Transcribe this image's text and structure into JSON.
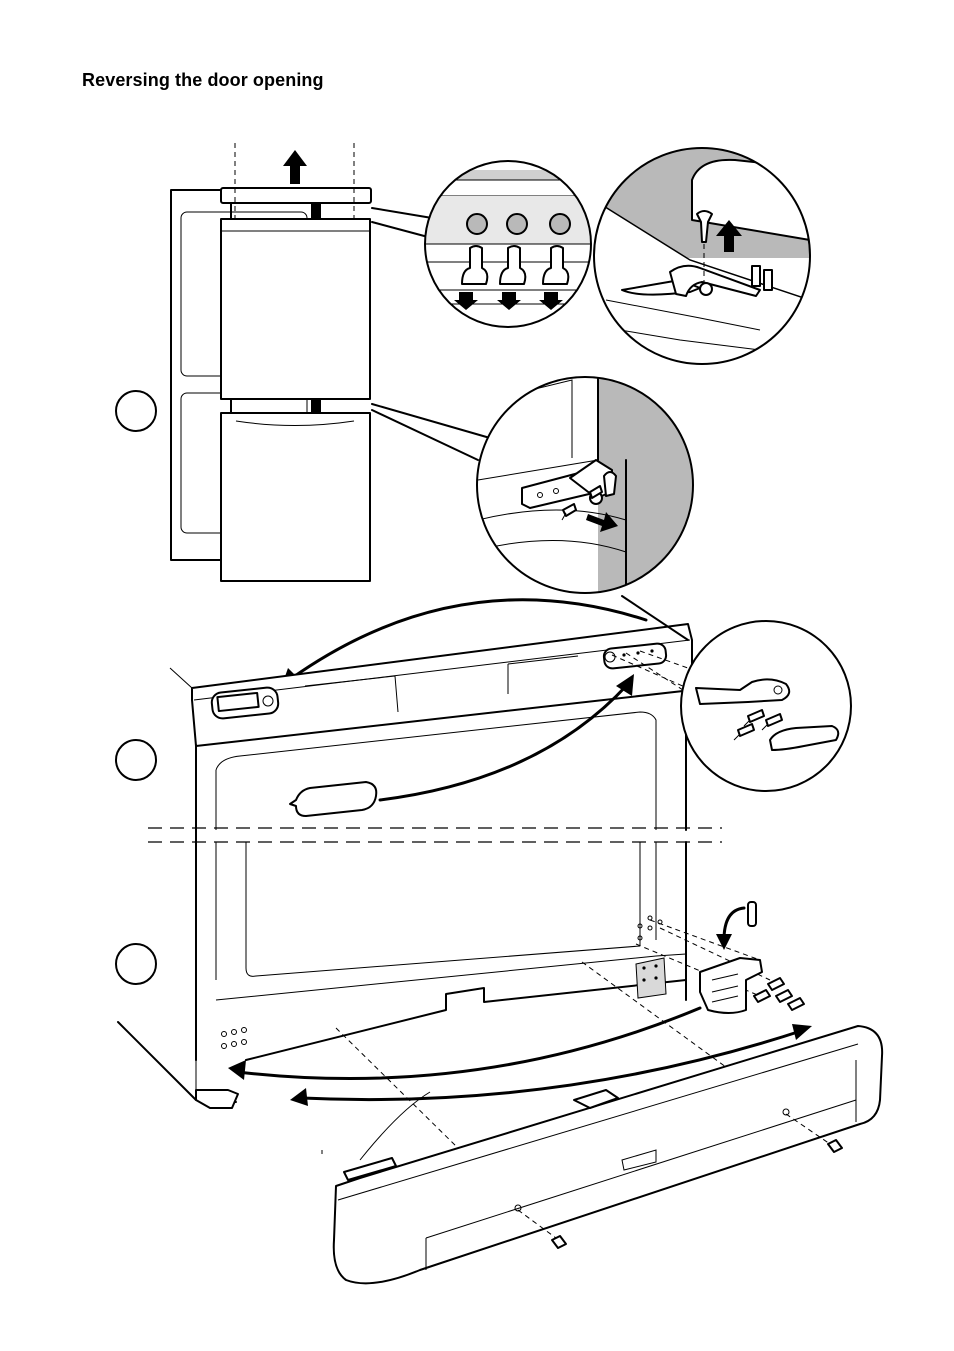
{
  "page": {
    "title": "Reversing the door opening"
  },
  "steps": [
    {
      "number": "",
      "icon": "step-circle-1"
    },
    {
      "number": "",
      "icon": "step-circle-2"
    },
    {
      "number": "",
      "icon": "step-circle-3"
    }
  ],
  "colors": {
    "ink": "#000000",
    "shade": "#b9b9b9",
    "paper": "#ffffff"
  }
}
